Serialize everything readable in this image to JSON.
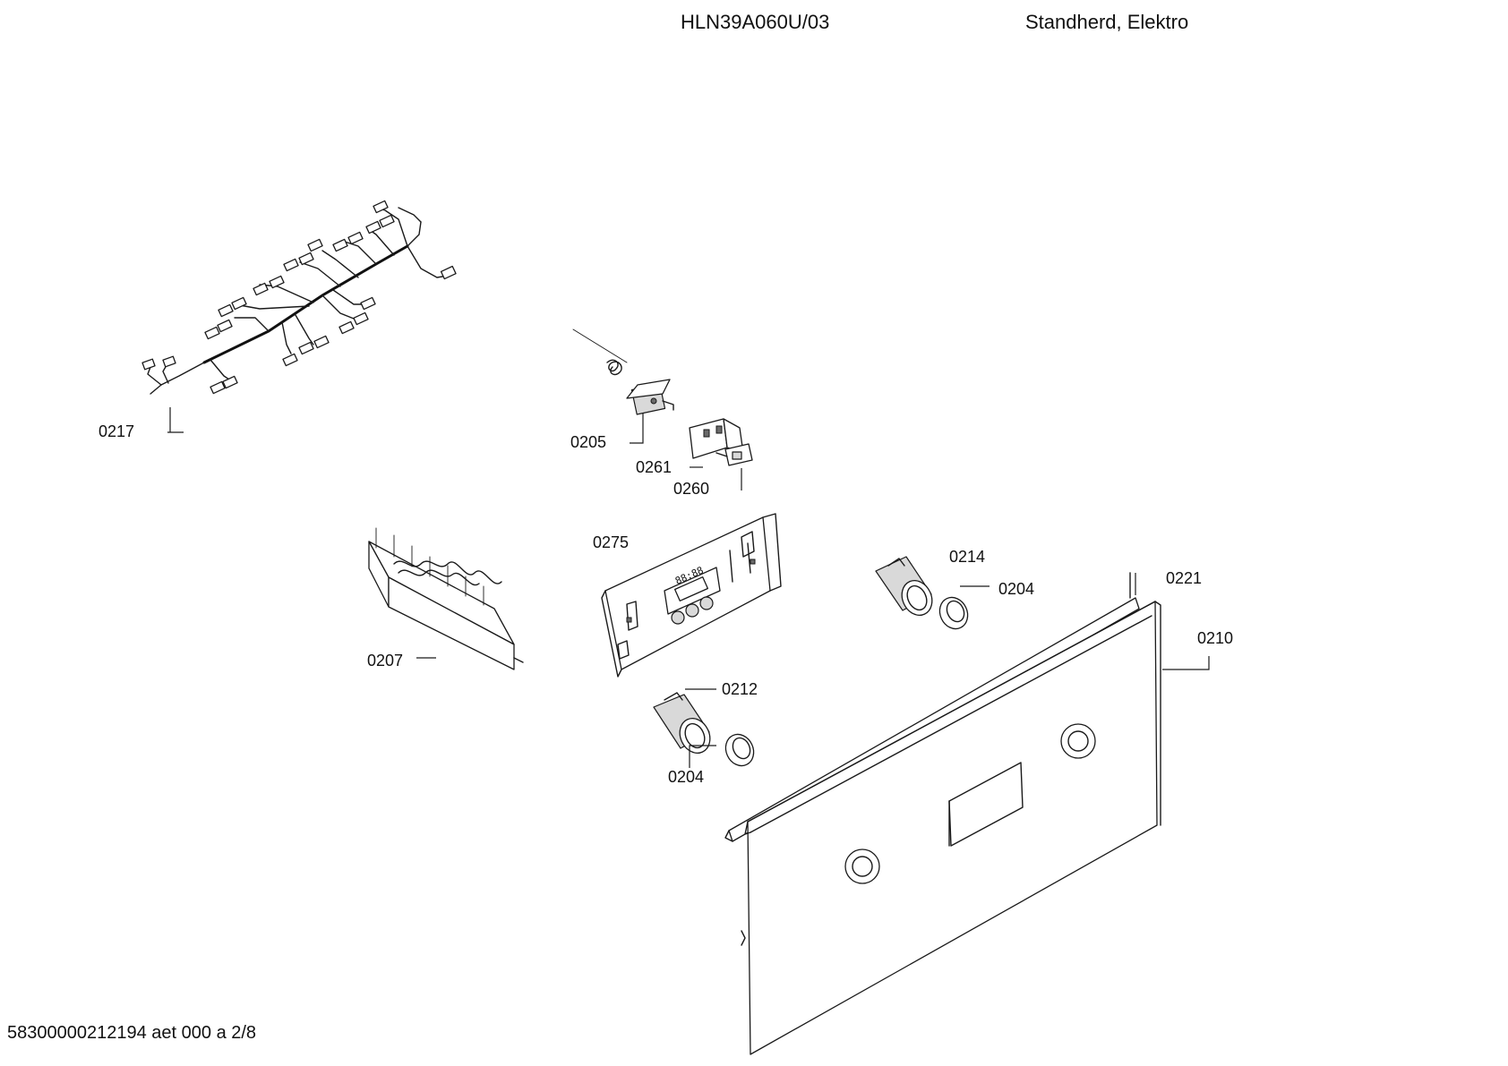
{
  "header": {
    "model": "HLN39A060U/03",
    "description": "Standherd, Elektro"
  },
  "footer": {
    "doc_ref": "58300000212194 aet 000 a 2/8"
  },
  "parts": {
    "p0217": "0217",
    "p0205": "0205",
    "p0261": "0261",
    "p0260": "0260",
    "p0275": "0275",
    "p0207": "0207",
    "p0214": "0214",
    "p0204a": "0204",
    "p0221": "0221",
    "p0210": "0210",
    "p0212": "0212",
    "p0204b": "0204"
  },
  "display": {
    "readout": "88:88"
  }
}
